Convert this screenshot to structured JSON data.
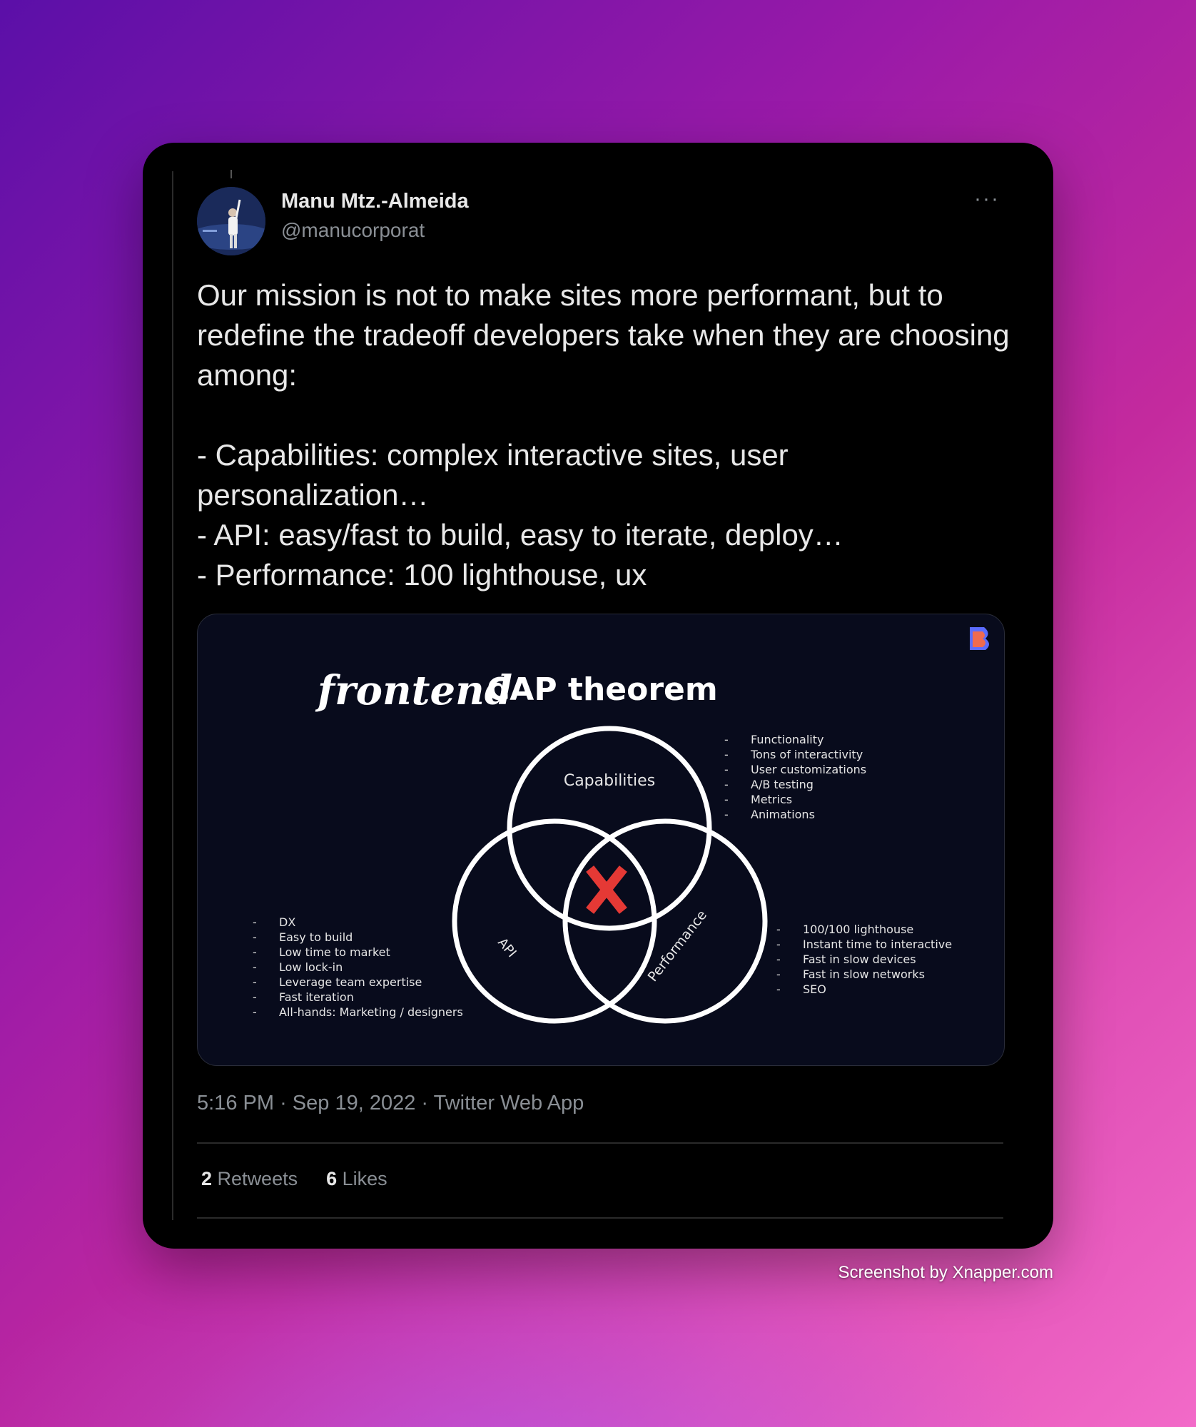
{
  "tweet": {
    "author_name": "Manu Mtz.-Almeida",
    "author_handle": "@manucorporat",
    "more_glyph": "···",
    "text": "Our mission is not to make sites more performant, but to redefine the tradeoff developers take when they are choosing among:\n\n- Capabilities: complex interactive sites, user personalization…\n- API: easy/fast to build, easy to iterate, deploy…\n- Performance: 100 lighthouse, ux",
    "time": "5:16 PM",
    "date": "Sep 19, 2022",
    "client": "Twitter Web App",
    "separator": "·",
    "retweets_count": "2",
    "retweets_label": "Retweets",
    "likes_count": "6",
    "likes_label": "Likes"
  },
  "media": {
    "title_script": "frontend",
    "title_rest": "CAP theorem",
    "circle_labels": {
      "capabilities": "Capabilities",
      "api": "API",
      "performance": "Performance"
    },
    "capabilities_list": [
      "Functionality",
      "Tons of interactivity",
      "User customizations",
      "A/B testing",
      "Metrics",
      "Animations"
    ],
    "api_list": [
      "DX",
      "Easy to build",
      "Low time to market",
      "Low lock-in",
      "Leverage team expertise",
      "Fast iteration",
      "All-hands: Marketing / designers"
    ],
    "performance_list": [
      "100/100 lighthouse",
      "Instant time to interactive",
      "Fast in slow devices",
      "Fast in slow networks",
      "SEO"
    ],
    "bullet": "-",
    "colors": {
      "circle": "#ffffff",
      "x_mark": "#e53935",
      "logo_a": "#5b6cff",
      "logo_b": "#ff6b3d"
    }
  },
  "watermark": "Screenshot by Xnapper.com"
}
